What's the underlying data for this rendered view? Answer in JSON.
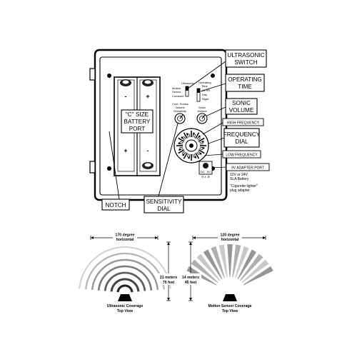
{
  "callouts": {
    "ultrasonic_switch": [
      "ULTRASONIC",
      "SWITCH"
    ],
    "operating_time": [
      "OPERATING",
      "TIME"
    ],
    "sonic_volume": [
      "SONIC",
      "VOLUME"
    ],
    "high_frequency": "HIGH FREQUENCY",
    "frequency_dial": [
      "FREQUENCY",
      "DIAL"
    ],
    "low_frequency": "LOW FREQUENCY",
    "c_size_port": [
      "\"C\" SIZE",
      "BATTERY",
      "PORT"
    ],
    "notch": "NOTCH",
    "sensitivity_dial": [
      "SENSITIVITY",
      "DIAL"
    ],
    "adapter_port": "9V ADAPTER PORT",
    "adapter_note_1": [
      "12V or 24V",
      "SLA Battery"
    ],
    "adapter_note_2": [
      "\"Cigarette lighter\"",
      "plug adapter"
    ]
  },
  "panel_print": {
    "switch_labels": [
      "Ultrasonic",
      "Motion",
      "Sensor",
      "Constant",
      "Cont. Sonics"
    ],
    "time_labels": [
      "Operating",
      "Time",
      "24 HR",
      "Day",
      "Night"
    ],
    "volume_knob": [
      "Volume",
      "Sensitivity"
    ],
    "sonic_knob": [
      "Sonic",
      "Volume"
    ],
    "battery_signs": [
      "-",
      "+",
      "+",
      "-"
    ],
    "power_jack": [
      "DC",
      "9V",
      "⊖-◐-⊕"
    ]
  },
  "coverage": {
    "ultrasonic": {
      "angle_label": [
        "170 degree",
        "horizontal"
      ],
      "distance_label": [
        "21 meters",
        "70 feet"
      ],
      "caption": [
        "Ultrasonic Coverage",
        "Top View"
      ]
    },
    "motion": {
      "angle_label": [
        "120 degree",
        "horizontal"
      ],
      "distance_label": [
        "14 meters",
        "45 feet"
      ],
      "caption": [
        "Motion Sensor Coverage",
        "Top View"
      ]
    }
  }
}
